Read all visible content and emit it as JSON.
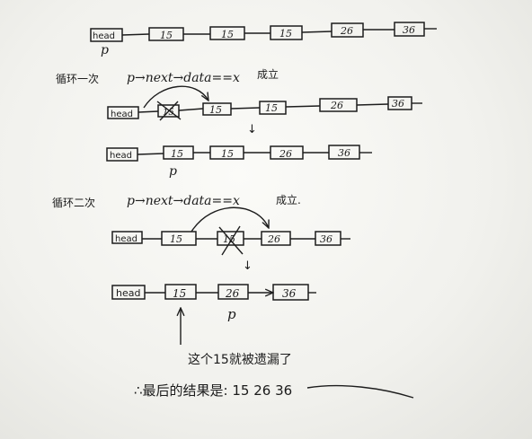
{
  "colors": {
    "ink": "#1d1d1d",
    "paper": "#f4f4f0"
  },
  "rows": [
    {
      "nodes": [
        "head",
        "15",
        "15",
        "15",
        "26",
        "36"
      ],
      "pointer": "p"
    },
    {
      "nodes": [
        "head",
        "15",
        "15",
        "15",
        "26",
        "36"
      ]
    },
    {
      "nodes": [
        "head",
        "15",
        "15",
        "26",
        "36"
      ],
      "pointer": "p"
    },
    {
      "nodes": [
        "head",
        "15",
        "15",
        "26",
        "36"
      ]
    },
    {
      "nodes": [
        "head",
        "15",
        "26",
        "36"
      ],
      "pointer": "p"
    }
  ],
  "step1": {
    "label": "循环一次",
    "condition": "p→next→data==x",
    "result": "成立"
  },
  "step2": {
    "label": "循环二次",
    "condition": "p→next→data==x",
    "result": "成立."
  },
  "down_arrow": "↓",
  "note": "这个15就被遗漏了",
  "conclusion": "∴最后的结果是: 15  26  36"
}
